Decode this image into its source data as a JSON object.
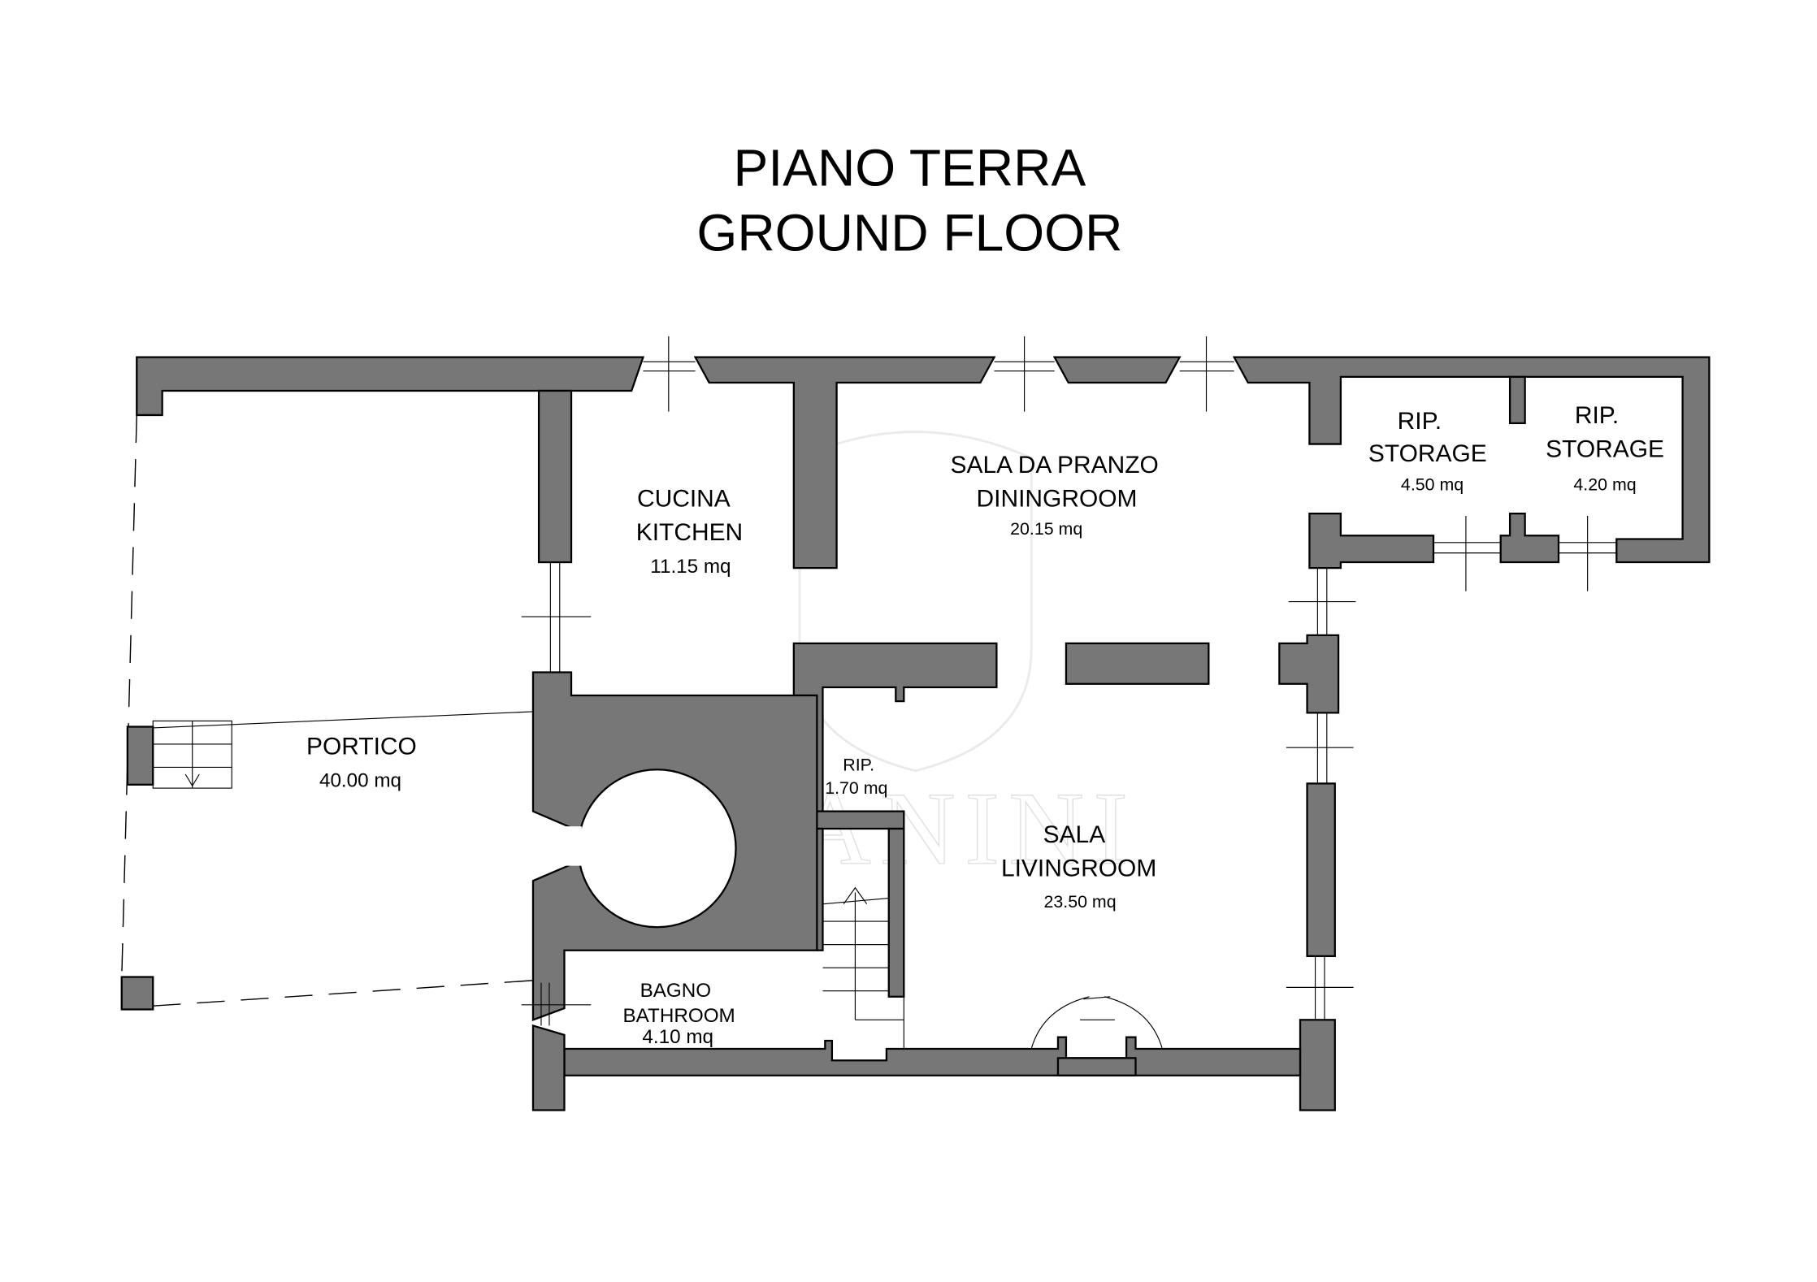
{
  "title": {
    "line1": "PIANO TERRA",
    "line2": "GROUND FLOOR"
  },
  "watermark": "MANINI",
  "rooms": {
    "kitchen": {
      "name_it": "CUCINA",
      "name_en": "KITCHEN",
      "area": "11.15 mq"
    },
    "dining": {
      "name_it": "SALA DA PRANZO",
      "name_en": "DININGROOM",
      "area": "20.15 mq"
    },
    "storage1": {
      "name_it": "RIP.",
      "name_en": "STORAGE",
      "area": "4.50 mq"
    },
    "storage2": {
      "name_it": "RIP.",
      "name_en": "STORAGE",
      "area": "4.20 mq"
    },
    "portico": {
      "name": "PORTICO",
      "area": "40.00 mq"
    },
    "closet": {
      "name": "RIP.",
      "area": "1.70 mq"
    },
    "living": {
      "name_it": "SALA",
      "name_en": "LIVINGROOM",
      "area": "23.50 mq"
    },
    "bathroom": {
      "name_it": "BAGNO",
      "name_en": "BATHROOM",
      "area": "4.10 mq"
    }
  },
  "colors": {
    "wall": "#777777",
    "line": "#000000",
    "background": "#ffffff"
  }
}
